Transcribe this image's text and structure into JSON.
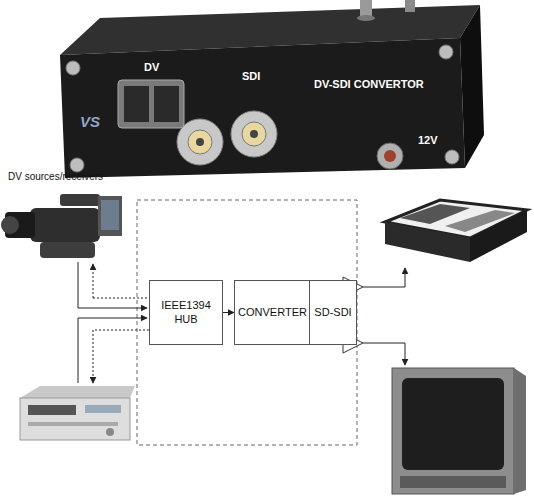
{
  "diagram": {
    "nodes": [
      {
        "text": [
          "IEEE1394 HUB"
        ]
      },
      {
        "text": [
          "CONVERTER"
        ]
      },
      {
        "text": [
          "SD-SDI"
        ]
      }
    ],
    "edges": [
      {
        "from": 0,
        "to": 1,
        "arrow": "to"
      },
      {
        "from": 1,
        "to": 2,
        "arrow": "to"
      }
    ],
    "labels": [
      "VS",
      "DV",
      "SDI",
      "DV-SDI CONVERTOR",
      "12V",
      "DV sources/receivers"
    ]
  }
}
